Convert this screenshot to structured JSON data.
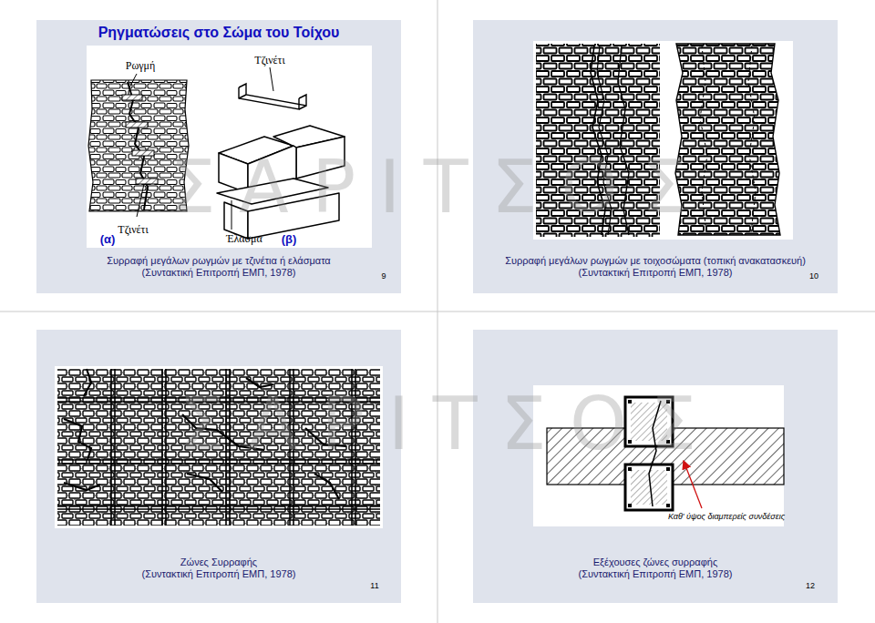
{
  "diagram": {
    "title": "Ρηγματώσεις στο Σώμα του Τοίχου",
    "labels": [
      "Ρωγμή",
      "Τζινέτι",
      "Τζινέτι",
      "Έλασμα",
      "(α)",
      "(β)",
      "Σ Α Ρ Ι Τ Σ Ο Σ",
      "Συρραφή μεγάλων ρωγμών με τζινέτια ή ελάσματα",
      "(Συντακτική Επιτροπή ΕΜΠ, 1978)",
      "9",
      "Συρραφή μεγάλων ρωγμών με τοιχοσώματα (τοπική ανακατασκευή)",
      "(Συντακτική Επιτροπή ΕΜΠ, 1978)",
      "10",
      "Σ Α Ρ Ι Τ Σ Ο Σ",
      "Ζώνες Συρραφής",
      "(Συντακτική Επιτροπή ΕΜΠ, 1978)",
      "11",
      "Καθ' ύψος διαμπερείς συνδέσεις",
      "Εξέχουσες ζώνες συρραφής",
      "(Συντακτική Επιτροπή ΕΜΠ, 1978)",
      "12"
    ]
  }
}
